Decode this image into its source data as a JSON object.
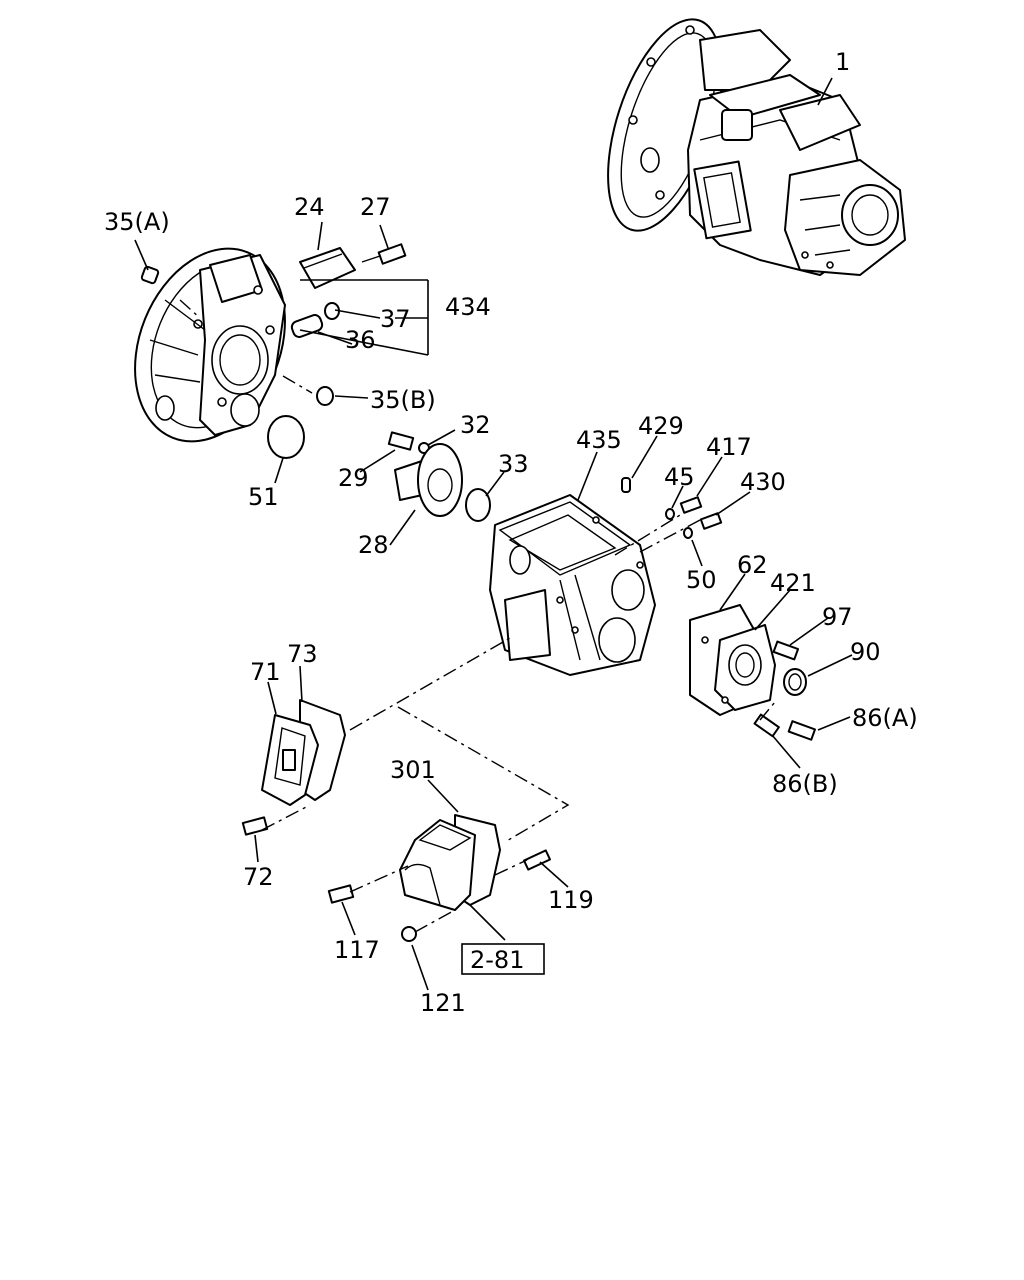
{
  "diagram": {
    "labels": {
      "p1": "1",
      "p35a": "35(A)",
      "p24": "24",
      "p27": "27",
      "p37": "37",
      "p434": "434",
      "p36": "36",
      "p35b": "35(B)",
      "p51": "51",
      "p29": "29",
      "p32": "32",
      "p33": "33",
      "p28": "28",
      "p435": "435",
      "p429": "429",
      "p45": "45",
      "p417": "417",
      "p430": "430",
      "p50": "50",
      "p62": "62",
      "p421": "421",
      "p97": "97",
      "p90": "90",
      "p86a": "86(A)",
      "p86b": "86(B)",
      "p71": "71",
      "p73": "73",
      "p72": "72",
      "p301": "301",
      "p119": "119",
      "p117": "117",
      "p121": "121",
      "ref281": "2-81"
    }
  }
}
